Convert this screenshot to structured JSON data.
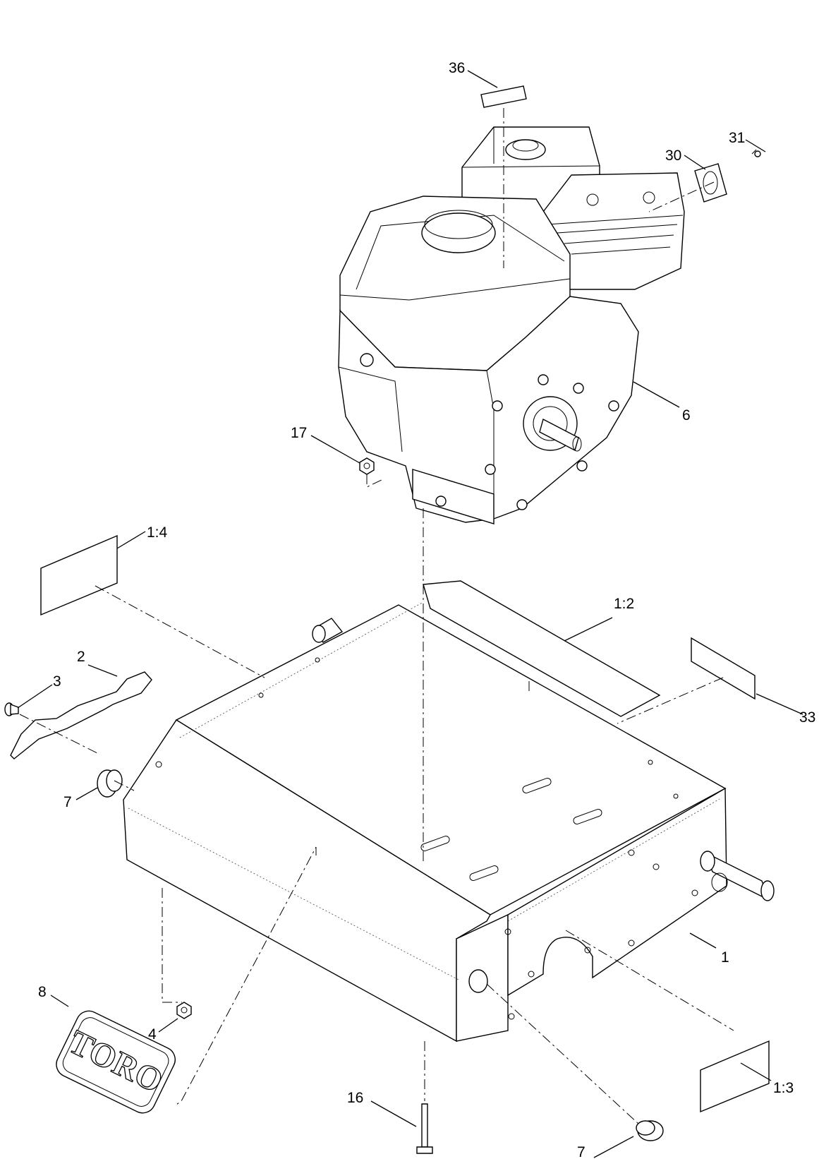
{
  "callouts": {
    "c36": "36",
    "c31": "31",
    "c30": "30",
    "c6": "6",
    "c17": "17",
    "c1_4": "1:4",
    "c1_2": "1:2",
    "c2": "2",
    "c3": "3",
    "c33": "33",
    "c7a": "7",
    "c1": "1",
    "c4": "4",
    "c8": "8",
    "c1_3": "1:3",
    "c16": "16",
    "c7b": "7"
  },
  "logo_text": "TORO"
}
